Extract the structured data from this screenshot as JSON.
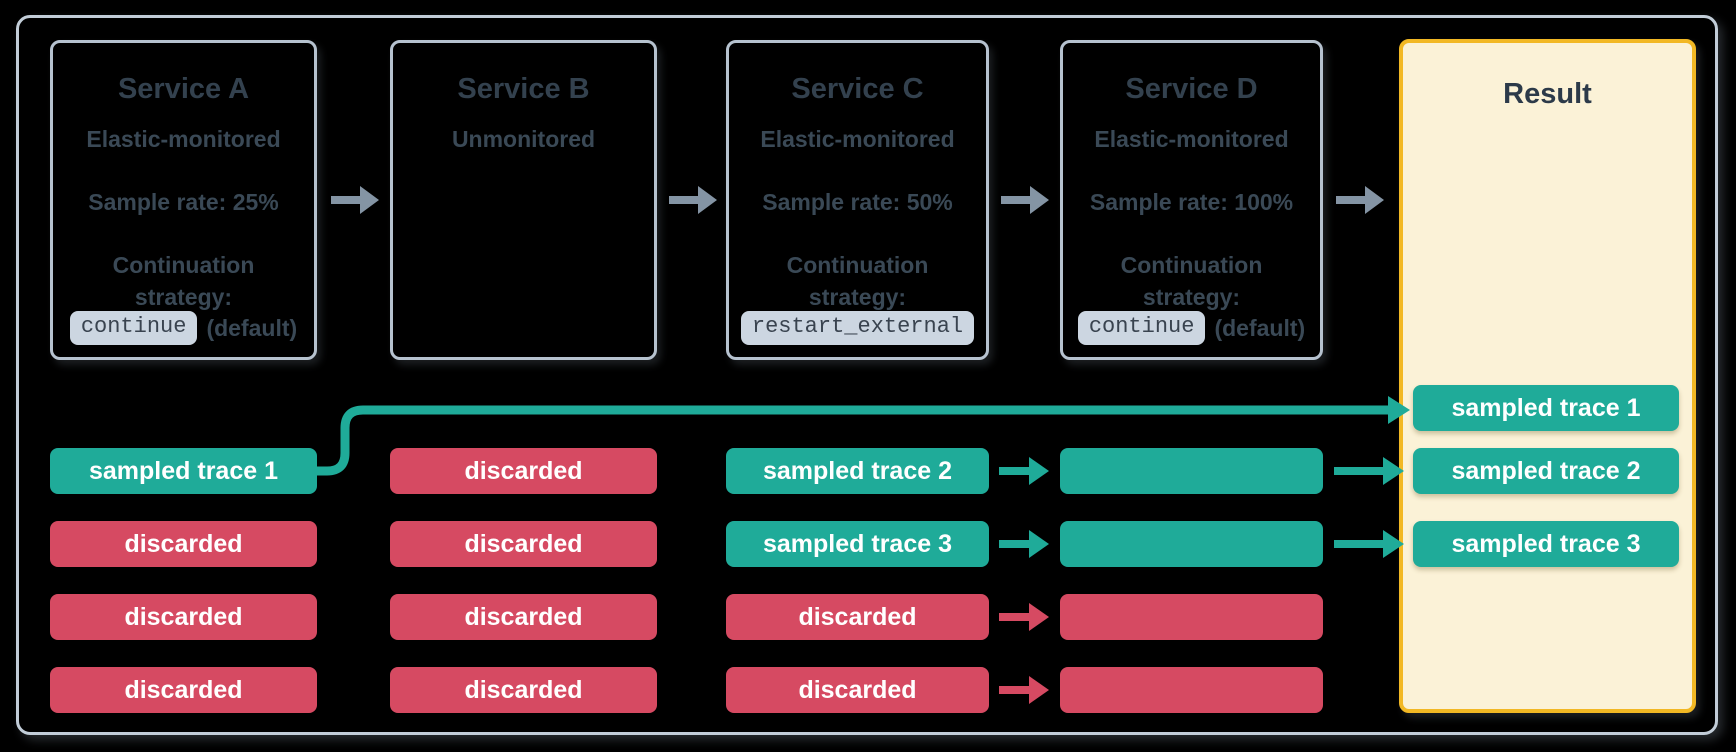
{
  "diagram": {
    "title_hint": "Distributed trace sampling across services",
    "services": [
      {
        "title": "Service A",
        "monitoring": "Elastic-monitored",
        "sample_rate": "Sample rate: 25%",
        "continuation_label_line1": "Continuation",
        "continuation_label_line2": "strategy:",
        "strategy_code": "continue",
        "strategy_suffix": "(default)"
      },
      {
        "title": "Service B",
        "monitoring": "Unmonitored"
      },
      {
        "title": "Service C",
        "monitoring": "Elastic-monitored",
        "sample_rate": "Sample rate: 50%",
        "continuation_label_line1": "Continuation",
        "continuation_label_line2": "strategy:",
        "strategy_code": "restart_external",
        "strategy_suffix": ""
      },
      {
        "title": "Service D",
        "monitoring": "Elastic-monitored",
        "sample_rate": "Sample rate: 100%",
        "continuation_label_line1": "Continuation",
        "continuation_label_line2": "strategy:",
        "strategy_code": "continue",
        "strategy_suffix": "(default)"
      }
    ],
    "trace_columns": [
      {
        "service": "Service A",
        "pills": [
          {
            "label": "sampled trace 1",
            "kind": "sampled"
          },
          {
            "label": "discarded",
            "kind": "discarded"
          },
          {
            "label": "discarded",
            "kind": "discarded"
          },
          {
            "label": "discarded",
            "kind": "discarded"
          }
        ]
      },
      {
        "service": "Service B",
        "pills": [
          {
            "label": "discarded",
            "kind": "discarded"
          },
          {
            "label": "discarded",
            "kind": "discarded"
          },
          {
            "label": "discarded",
            "kind": "discarded"
          },
          {
            "label": "discarded",
            "kind": "discarded"
          }
        ]
      },
      {
        "service": "Service C",
        "pills": [
          {
            "label": "sampled trace 2",
            "kind": "sampled"
          },
          {
            "label": "sampled trace 3",
            "kind": "sampled"
          },
          {
            "label": "discarded",
            "kind": "discarded"
          },
          {
            "label": "discarded",
            "kind": "discarded"
          }
        ]
      },
      {
        "service": "Service D",
        "pills": [
          {
            "label": "",
            "kind": "sampled"
          },
          {
            "label": "",
            "kind": "sampled"
          },
          {
            "label": "",
            "kind": "discarded"
          },
          {
            "label": "",
            "kind": "discarded"
          }
        ]
      }
    ],
    "result": {
      "title": "Result",
      "pills": [
        {
          "label": "sampled trace 1",
          "kind": "sampled"
        },
        {
          "label": "sampled trace 2",
          "kind": "sampled"
        },
        {
          "label": "sampled trace 3",
          "kind": "sampled"
        }
      ]
    },
    "colors": {
      "background": "#000000",
      "frame_border": "#C2CDD8",
      "service_box_border": "#B6C2CF",
      "text_dark_slate": "#3A4956",
      "code_chip_bg": "#CCD6E1",
      "sampled_teal": "#1FAB99",
      "discarded_red": "#D64A62",
      "flow_arrow_gray": "#8494A4",
      "result_border_yellow": "#F2B824",
      "result_bg_cream": "#FBF2D7",
      "pill_text": "#FFFFFF"
    }
  }
}
